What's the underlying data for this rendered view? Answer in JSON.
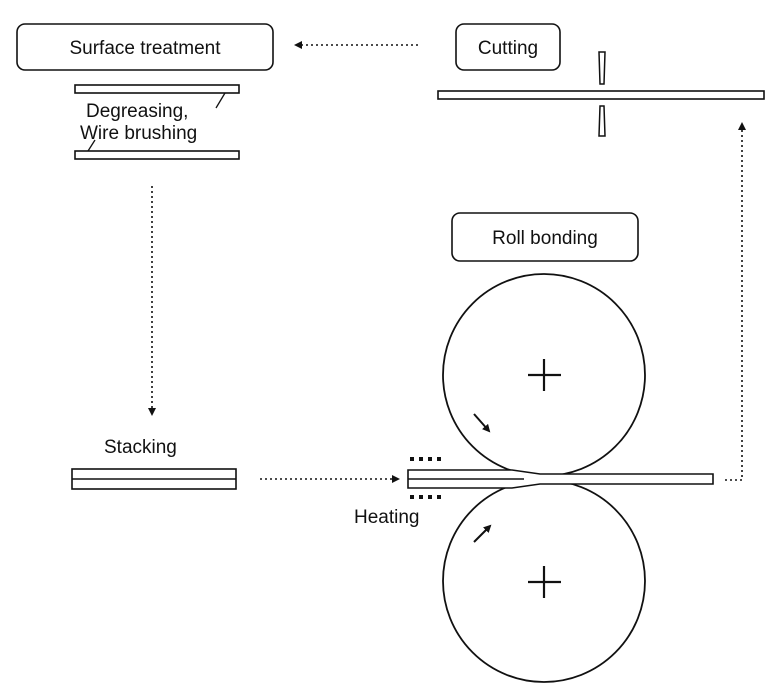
{
  "diagram": {
    "boxes": {
      "surface_treatment": "Surface treatment",
      "cutting": "Cutting",
      "roll_bonding": "Roll bonding"
    },
    "labels": {
      "degreasing": "Degreasing,",
      "wire_brushing": "Wire brushing",
      "stacking": "Stacking",
      "heating": "Heating"
    }
  }
}
